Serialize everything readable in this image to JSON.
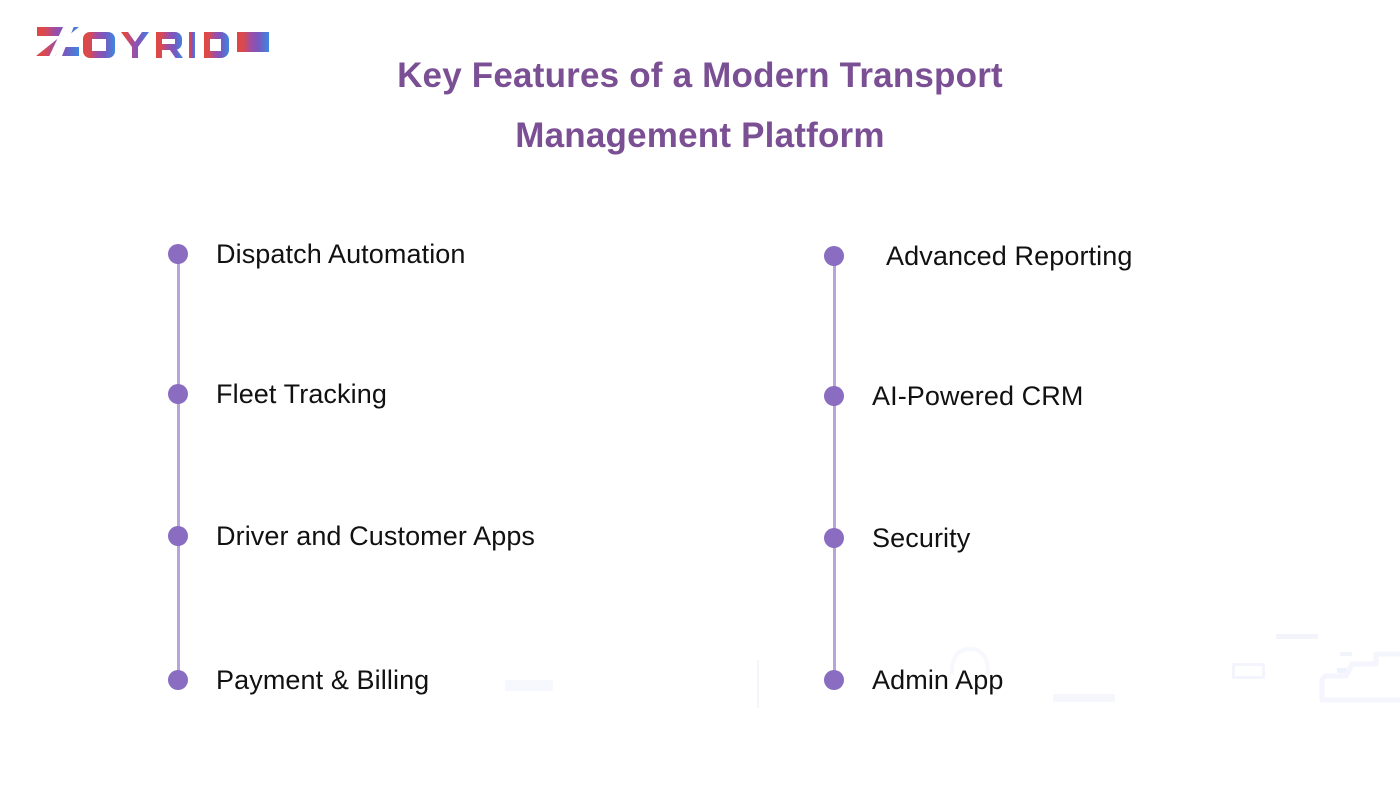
{
  "brand": {
    "name": "ZOYRIDE",
    "letters": [
      "Z",
      "O",
      "Y",
      "R",
      "I",
      "D",
      "E"
    ],
    "gradient_start": "#e0483f",
    "gradient_mid": "#9b4ea8",
    "gradient_end": "#3f86e0"
  },
  "title": {
    "line1": "Key Features of a Modern Transport",
    "line2": "Management Platform",
    "color": "#7b4f94"
  },
  "theme": {
    "background": "#ffffff",
    "dot_color": "#8a6cc0",
    "line_color": "#b9a3da",
    "label_color": "#111111",
    "watermark_color": "#f7f8fd"
  },
  "columns": [
    {
      "id": "left",
      "items": [
        {
          "label": "Dispatch Automation"
        },
        {
          "label": "Fleet Tracking"
        },
        {
          "label": "Driver and Customer Apps"
        },
        {
          "label": "Payment & Billing"
        }
      ]
    },
    {
      "id": "right",
      "items": [
        {
          "label": "Advanced Reporting"
        },
        {
          "label": "AI-Powered CRM"
        },
        {
          "label": "Security"
        },
        {
          "label": "Admin App"
        }
      ]
    }
  ]
}
